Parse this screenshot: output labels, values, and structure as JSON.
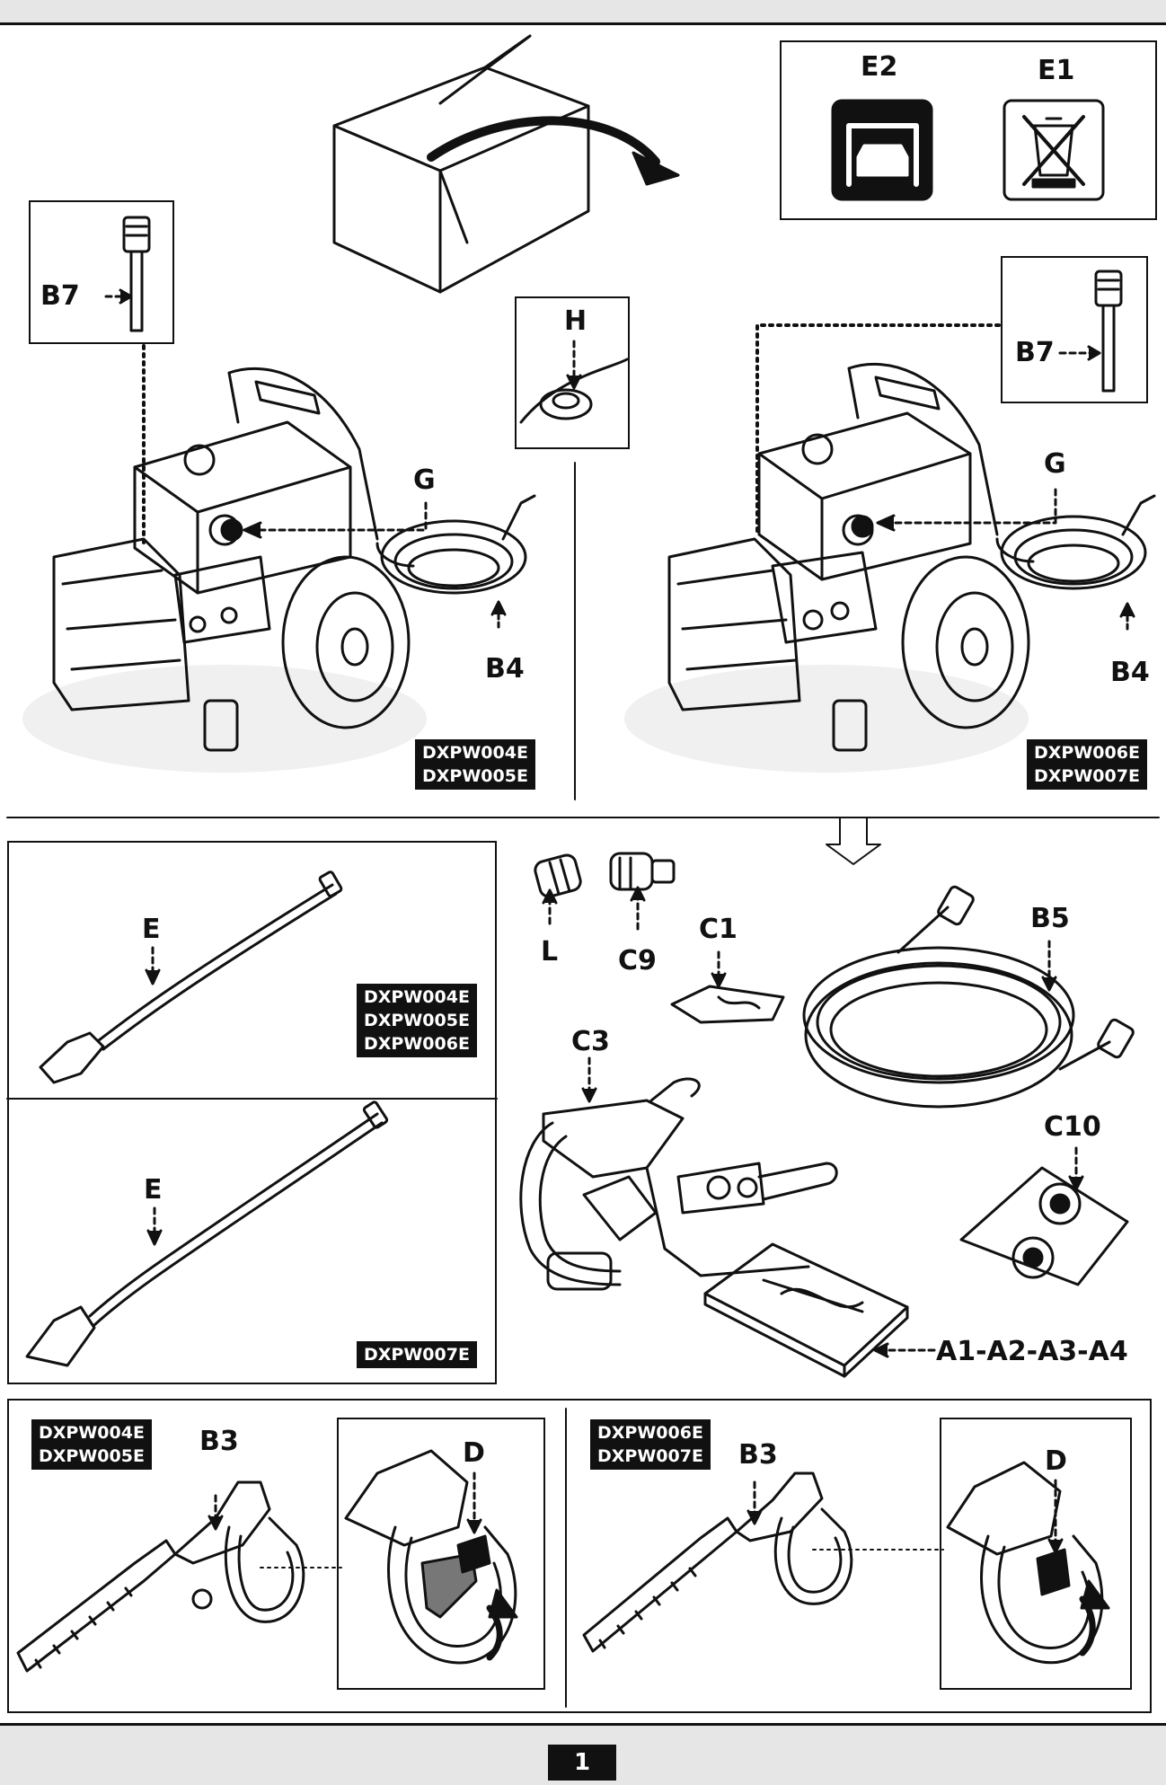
{
  "page_number": "1",
  "labels": {
    "e2": "E2",
    "e1": "E1",
    "b7_left": "B7",
    "b7_right": "B7",
    "h": "H",
    "g_left": "G",
    "g_right": "G",
    "b4_left": "B4",
    "b4_right": "B4",
    "e_top": "E",
    "e_bottom": "E",
    "l": "L",
    "c9": "C9",
    "c1": "C1",
    "b5": "B5",
    "c3": "C3",
    "c10": "C10",
    "manual": "A1-A2-A3-A4",
    "b3_left": "B3",
    "b3_right": "B3",
    "d_left": "D",
    "d_right": "D"
  },
  "badges": {
    "unit_left": [
      "DXPW004E",
      "DXPW005E"
    ],
    "unit_right": [
      "DXPW006E",
      "DXPW007E"
    ],
    "lance_top": [
      "DXPW004E",
      "DXPW005E",
      "DXPW006E"
    ],
    "lance_bottom": [
      "DXPW007E"
    ],
    "gun_left": [
      "DXPW004E",
      "DXPW005E"
    ],
    "gun_right": [
      "DXPW006E",
      "DXPW007E"
    ]
  },
  "icons": {
    "e2": "garage-icon",
    "e1": "crossed-bin-icon"
  },
  "colors": {
    "ink": "#111111",
    "band": "#e6e6e6"
  }
}
